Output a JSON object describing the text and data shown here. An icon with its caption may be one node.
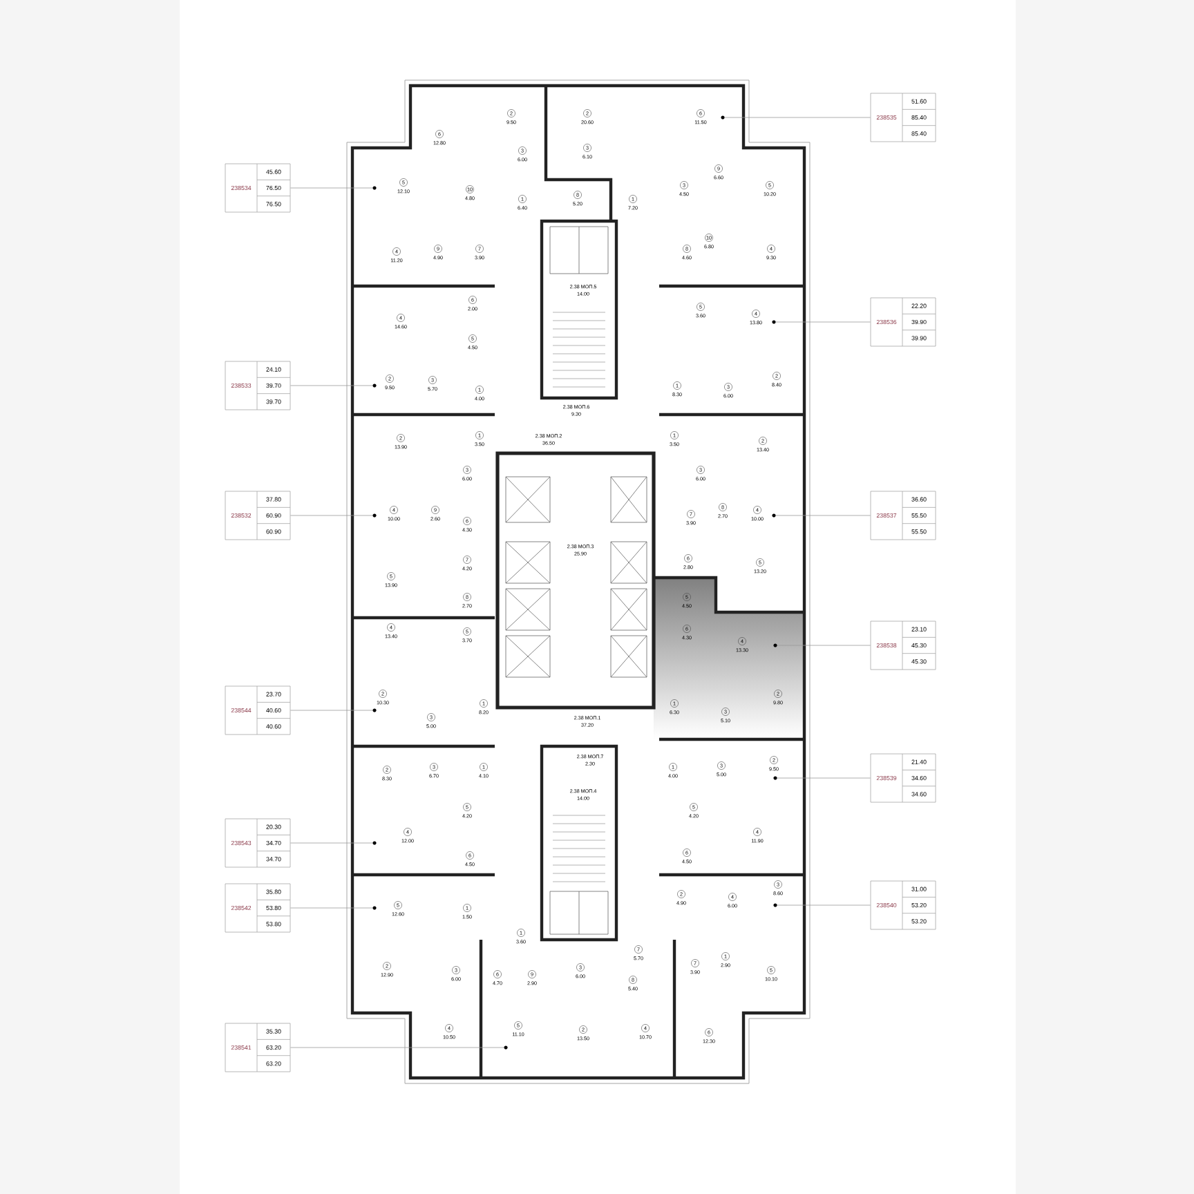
{
  "diagram": {
    "nodes": [
      {
        "text": [
          "238534",
          "45.60",
          "76.50",
          "76.50"
        ]
      },
      {
        "text": [],
        "shape": "circle"
      },
      {
        "text": [
          "238533",
          "24.10",
          "39.70",
          "39.70"
        ]
      },
      {
        "text": [],
        "shape": "circle"
      },
      {
        "text": [
          "238532",
          "37.80",
          "60.90",
          "60.90"
        ]
      },
      {
        "text": [],
        "shape": "circle"
      },
      {
        "text": [
          "238544",
          "23.70",
          "40.60",
          "40.60"
        ]
      },
      {
        "text": [],
        "shape": "circle"
      },
      {
        "text": [
          "238543",
          "20.30",
          "34.70",
          "34.70"
        ]
      },
      {
        "text": [],
        "shape": "circle"
      },
      {
        "text": [
          "238542",
          "35.80",
          "53.80",
          "53.80"
        ]
      },
      {
        "text": [],
        "shape": "circle"
      },
      {
        "text": [
          "238541",
          "35.30",
          "63.20",
          "63.20"
        ]
      },
      {
        "text": [],
        "shape": "circle"
      },
      {
        "text": [
          "238535",
          "51.60",
          "85.40",
          "85.40"
        ]
      },
      {
        "text": [],
        "shape": "circle"
      },
      {
        "text": [
          "238536",
          "22.20",
          "39.90",
          "39.90"
        ]
      },
      {
        "text": [],
        "shape": "circle"
      },
      {
        "text": [
          "238537",
          "36.60",
          "55.50",
          "55.50"
        ]
      },
      {
        "text": [],
        "shape": "circle"
      },
      {
        "text": [
          "238538",
          "23.10",
          "45.30",
          "45.30"
        ]
      },
      {
        "text": [],
        "shape": "circle"
      },
      {
        "text": [
          "238539",
          "21.40",
          "34.60",
          "34.60"
        ]
      },
      {
        "text": [],
        "shape": "circle"
      },
      {
        "text": [
          "238540",
          "31.00",
          "53.20",
          "53.20"
        ]
      },
      {
        "text": [],
        "shape": "circle"
      },
      {
        "text": [
          "6"
        ],
        "beside": [
          "12.80"
        ]
      },
      {
        "text": [
          "2"
        ],
        "beside": [
          "9.50"
        ]
      },
      {
        "text": [
          "2"
        ],
        "beside": [
          "20.60"
        ]
      },
      {
        "text": [
          "6"
        ],
        "beside": [
          "11.50"
        ]
      },
      {
        "text": [
          "3"
        ],
        "beside": [
          "6.00"
        ]
      },
      {
        "text": [
          "3"
        ],
        "beside": [
          "6.10"
        ]
      },
      {
        "text": [
          "9"
        ],
        "beside": [
          "6.60"
        ]
      },
      {
        "text": [
          "5"
        ],
        "beside": [
          "12.10"
        ]
      },
      {
        "text": [
          "10"
        ],
        "beside": [
          "4.80"
        ]
      },
      {
        "text": [
          "1"
        ],
        "beside": [
          "6.40"
        ]
      },
      {
        "text": [
          "8"
        ],
        "beside": [
          "5.20"
        ]
      },
      {
        "text": [
          "1"
        ],
        "beside": [
          "7.20"
        ]
      },
      {
        "text": [
          "3"
        ],
        "beside": [
          "4.50"
        ]
      },
      {
        "text": [
          "5"
        ],
        "beside": [
          "10.20"
        ]
      },
      {
        "text": [
          "4"
        ],
        "beside": [
          "11.20"
        ]
      },
      {
        "text": [
          "9"
        ],
        "beside": [
          "4.90"
        ]
      },
      {
        "text": [
          "7"
        ],
        "beside": [
          "3.90"
        ]
      },
      {
        "text": [
          "10"
        ],
        "beside": [
          "6.80"
        ]
      },
      {
        "text": [
          "8"
        ],
        "beside": [
          "4.60"
        ]
      },
      {
        "text": [
          "4"
        ],
        "beside": [
          "9.30"
        ]
      },
      {
        "text": [
          "6"
        ],
        "beside": [
          "2.00"
        ]
      },
      {
        "text": [
          "5"
        ],
        "beside": [
          "3.60"
        ]
      },
      {
        "text": [
          "4"
        ],
        "beside": [
          "14.60"
        ]
      },
      {
        "text": [
          "4"
        ],
        "beside": [
          "13.80"
        ]
      },
      {
        "text": [
          "5"
        ],
        "beside": [
          "4.50"
        ]
      },
      {
        "text": [
          "2"
        ],
        "beside": [
          "9.50"
        ]
      },
      {
        "text": [
          "3"
        ],
        "beside": [
          "5.70"
        ]
      },
      {
        "text": [
          "1"
        ],
        "beside": [
          "4.00"
        ]
      },
      {
        "text": [
          "1"
        ],
        "beside": [
          "8.30"
        ]
      },
      {
        "text": [
          "3"
        ],
        "beside": [
          "6.00"
        ]
      },
      {
        "text": [
          "2"
        ],
        "beside": [
          "8.40"
        ]
      },
      {
        "text": [
          "2"
        ],
        "beside": [
          "13.90"
        ]
      },
      {
        "text": [
          "1"
        ],
        "beside": [
          "3.50"
        ]
      },
      {
        "text": [
          "1"
        ],
        "beside": [
          "3.50"
        ]
      },
      {
        "text": [
          "2"
        ],
        "beside": [
          "13.40"
        ]
      },
      {
        "text": [
          "3"
        ],
        "beside": [
          "6.00"
        ]
      },
      {
        "text": [
          "3"
        ],
        "beside": [
          "6.00"
        ]
      },
      {
        "text": [
          "4"
        ],
        "beside": [
          "10.00"
        ]
      },
      {
        "text": [
          "9"
        ],
        "beside": [
          "2.60"
        ]
      },
      {
        "text": [
          "6"
        ],
        "beside": [
          "4.30"
        ]
      },
      {
        "text": [
          "7"
        ],
        "beside": [
          "3.90"
        ]
      },
      {
        "text": [
          "8"
        ],
        "beside": [
          "2.70"
        ]
      },
      {
        "text": [
          "4"
        ],
        "beside": [
          "10.00"
        ]
      },
      {
        "text": [
          "7"
        ],
        "beside": [
          "4.20"
        ]
      },
      {
        "text": [
          "6"
        ],
        "beside": [
          "2.80"
        ]
      },
      {
        "text": [
          "5"
        ],
        "beside": [
          "13.90"
        ]
      },
      {
        "text": [
          "5"
        ],
        "beside": [
          "13.20"
        ]
      },
      {
        "text": [
          "8"
        ],
        "beside": [
          "2.70"
        ]
      },
      {
        "text": [
          "5"
        ],
        "beside": [
          "4.50"
        ]
      },
      {
        "text": [
          "4"
        ],
        "beside": [
          "13.40"
        ]
      },
      {
        "text": [
          "5"
        ],
        "beside": [
          "3.70"
        ]
      },
      {
        "text": [
          "6"
        ],
        "beside": [
          "4.30"
        ]
      },
      {
        "text": [
          "4"
        ],
        "beside": [
          "13.30"
        ]
      },
      {
        "text": [
          "2"
        ],
        "beside": [
          "10.30"
        ]
      },
      {
        "text": [
          "1"
        ],
        "beside": [
          "8.20"
        ]
      },
      {
        "text": [
          "1"
        ],
        "beside": [
          "6.30"
        ]
      },
      {
        "text": [
          "2"
        ],
        "beside": [
          "9.80"
        ]
      },
      {
        "text": [
          "3"
        ],
        "beside": [
          "5.00"
        ]
      },
      {
        "text": [
          "3"
        ],
        "beside": [
          "5.10"
        ]
      },
      {
        "text": [
          "2"
        ],
        "beside": [
          "8.30"
        ]
      },
      {
        "text": [
          "3"
        ],
        "beside": [
          "6.70"
        ]
      },
      {
        "text": [
          "1"
        ],
        "beside": [
          "4.10"
        ]
      },
      {
        "text": [
          "1"
        ],
        "beside": [
          "4.00"
        ]
      },
      {
        "text": [
          "3"
        ],
        "beside": [
          "5.00"
        ]
      },
      {
        "text": [
          "2"
        ],
        "beside": [
          "9.50"
        ]
      },
      {
        "text": [
          "5"
        ],
        "beside": [
          "4.20"
        ]
      },
      {
        "text": [
          "5"
        ],
        "beside": [
          "4.20"
        ]
      },
      {
        "text": [
          "4"
        ],
        "beside": [
          "12.00"
        ]
      },
      {
        "text": [
          "4"
        ],
        "beside": [
          "11.90"
        ]
      },
      {
        "text": [
          "6"
        ],
        "beside": [
          "4.50"
        ]
      },
      {
        "text": [
          "6"
        ],
        "beside": [
          "4.50"
        ]
      },
      {
        "text": [
          "3"
        ],
        "beside": [
          "8.60"
        ]
      },
      {
        "text": [
          "5"
        ],
        "beside": [
          "12.60"
        ]
      },
      {
        "text": [
          "1"
        ],
        "beside": [
          "1.50"
        ]
      },
      {
        "text": [
          "2"
        ],
        "beside": [
          "4.90"
        ]
      },
      {
        "text": [
          "4"
        ],
        "beside": [
          "6.00"
        ]
      },
      {
        "text": [
          "1"
        ],
        "beside": [
          "3.60"
        ]
      },
      {
        "text": [
          "7"
        ],
        "beside": [
          "5.70"
        ]
      },
      {
        "text": [
          "1"
        ],
        "beside": [
          "2.90"
        ]
      },
      {
        "text": [
          "2"
        ],
        "beside": [
          "12.90"
        ]
      },
      {
        "text": [
          "3"
        ],
        "beside": [
          "6.00"
        ]
      },
      {
        "text": [
          "6"
        ],
        "beside": [
          "4.70"
        ]
      },
      {
        "text": [
          "9"
        ],
        "beside": [
          "2.90"
        ]
      },
      {
        "text": [
          "3"
        ],
        "beside": [
          "6.00"
        ]
      },
      {
        "text": [
          "8"
        ],
        "beside": [
          "5.40"
        ]
      },
      {
        "text": [
          "7"
        ],
        "beside": [
          "3.90"
        ]
      },
      {
        "text": [
          "5"
        ],
        "beside": [
          "10.10"
        ]
      },
      {
        "text": [
          "5"
        ],
        "beside": [
          "11.10"
        ]
      },
      {
        "text": [
          "2"
        ],
        "beside": [
          "13.50"
        ]
      },
      {
        "text": [
          "4"
        ],
        "beside": [
          "10.70"
        ]
      },
      {
        "text": [
          "6"
        ],
        "beside": [
          "12.30"
        ]
      },
      {
        "text": [
          "4"
        ],
        "beside": [
          "10.50"
        ]
      }
    ],
    "edges": [
      {
        "from": 0,
        "to": 1,
        "arrow": "none"
      },
      {
        "from": 2,
        "to": 3,
        "arrow": "none"
      },
      {
        "from": 4,
        "to": 5,
        "arrow": "none"
      },
      {
        "from": 6,
        "to": 7,
        "arrow": "none"
      },
      {
        "from": 8,
        "to": 9,
        "arrow": "none"
      },
      {
        "from": 10,
        "to": 11,
        "arrow": "none"
      },
      {
        "from": 12,
        "to": 13,
        "arrow": "none"
      },
      {
        "from": 14,
        "to": 15,
        "arrow": "none"
      },
      {
        "from": 16,
        "to": 17,
        "arrow": "none"
      },
      {
        "from": 18,
        "to": 19,
        "arrow": "none"
      },
      {
        "from": 20,
        "to": 21,
        "arrow": "none"
      },
      {
        "from": 22,
        "to": 23,
        "arrow": "none"
      },
      {
        "from": 24,
        "to": 25,
        "arrow": "none"
      }
    ],
    "labels": [
      "2.38 МОП.5",
      "14.00",
      "2.38 МОП.6",
      "9.30",
      "2.38 МОП.2",
      "36.50",
      "2.38 МОП.3",
      "25.90",
      "2.38 МОП.1",
      "37.20",
      "2.38 МОП.7",
      "2.30",
      "2.38 МОП.4",
      "14.00"
    ]
  }
}
